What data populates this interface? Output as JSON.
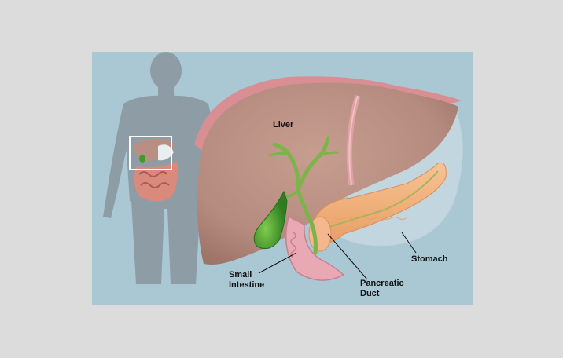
{
  "labels": {
    "liver": "Liver",
    "small_intestine_line1": "Small",
    "small_intestine_line2": "Intestine",
    "pancreatic_duct_line1": "Pancreatic",
    "pancreatic_duct_line2": "Duct",
    "stomach": "Stomach"
  },
  "colors": {
    "page_background": "#dcdcdc",
    "panel_background": "#a9c8d3",
    "body_silhouette": "#8c98a1",
    "liver": "#b98f83",
    "peritoneum": "#d98e94",
    "gallbladder": "#3f9a2b",
    "bile_ducts": "#7eb34a",
    "pancreas": "#f3b27b",
    "stomach": "#d6e2ea"
  },
  "icons": [
    "human-silhouette",
    "organ-inset",
    "liver",
    "gallbladder",
    "pancreas",
    "stomach",
    "small-intestine"
  ]
}
